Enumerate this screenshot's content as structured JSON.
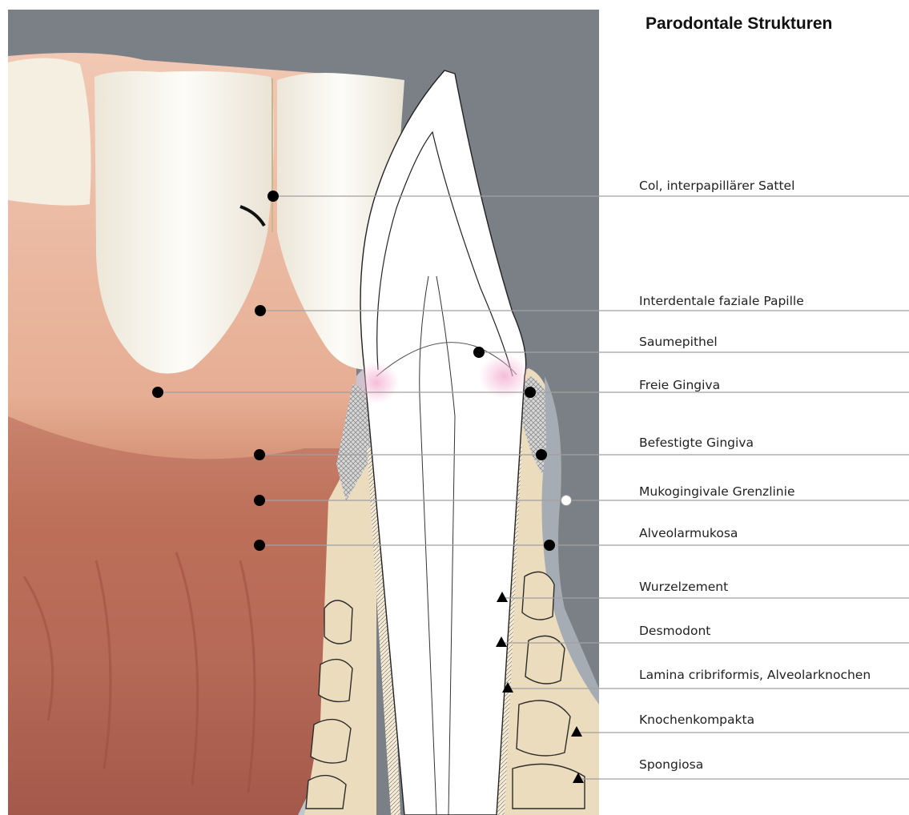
{
  "title": "Parodontale Strukturen",
  "labels": [
    "Col, interpapillärer Sattel",
    "Interdentale faziale Papille",
    "Saumepithel",
    "Freie Gingiva",
    "Befestigte Gingiva",
    "Mukogingivale Grenzlinie",
    "Alveolarmukosa",
    "Wurzelzement",
    "Desmodont",
    "Lamina cribriformis, Alveolarknochen",
    "Knochenkompakta",
    "Spongiosa"
  ],
  "colors": {
    "background_gray": "#7b8087",
    "gingiva": "#e5ad93",
    "mucosa": "#b96a52",
    "tooth_white": "#fbfaf6",
    "bone": "#ebdcbd",
    "leader_line": "#a0a0a0",
    "marker": "#000000"
  }
}
